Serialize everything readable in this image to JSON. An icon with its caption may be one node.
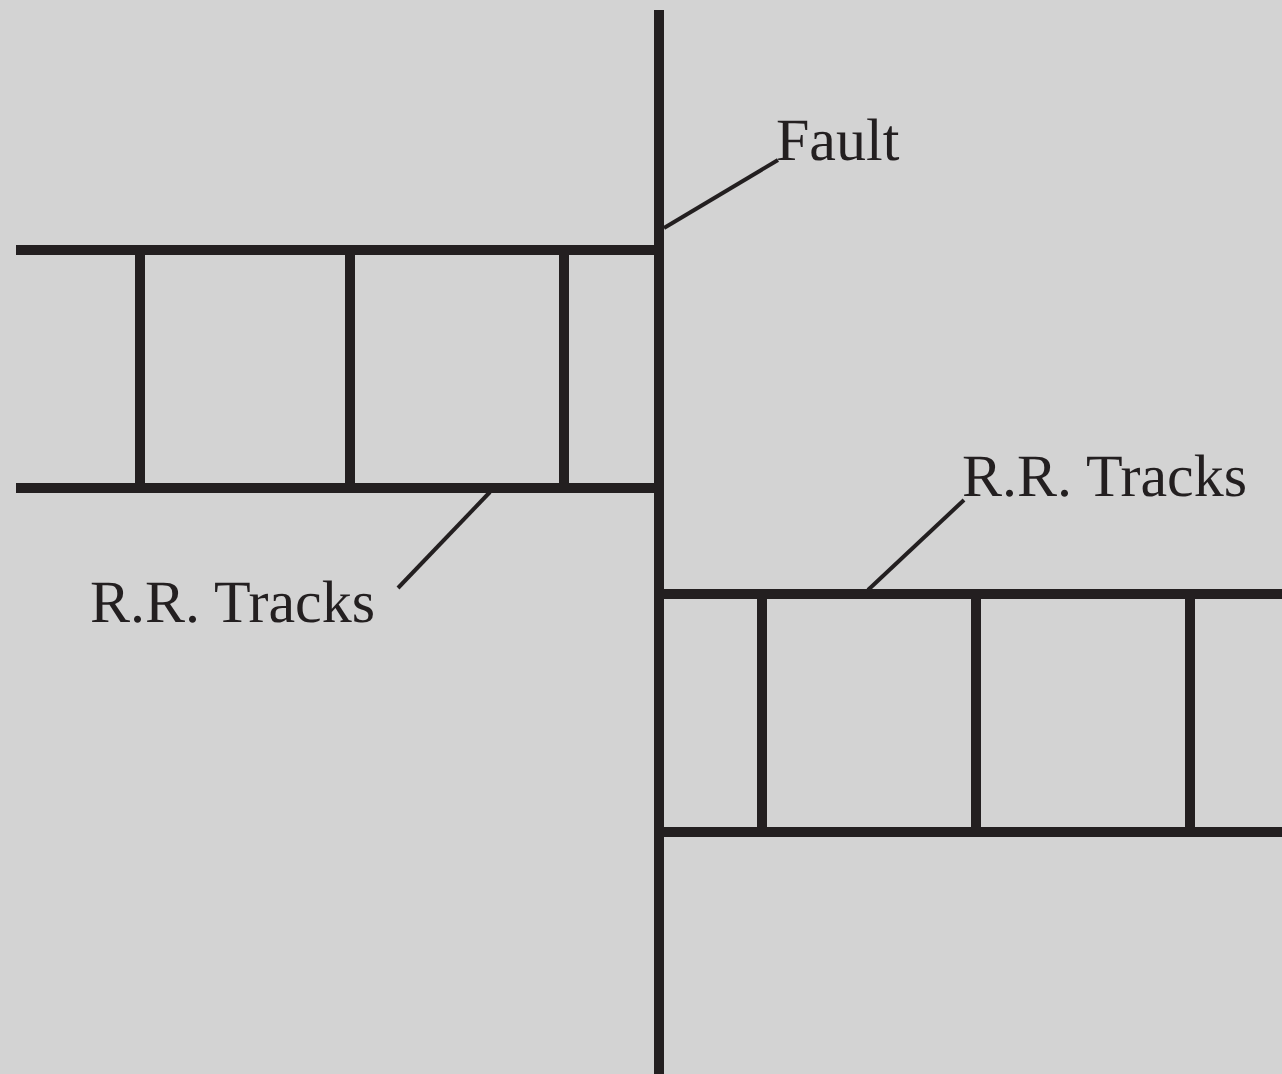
{
  "diagram": {
    "nodes": [
      {
        "text": [
          "Fault"
        ]
      },
      {
        "text": [],
        "shape": "line"
      },
      {
        "text": [
          "R.R. Tracks"
        ]
      },
      {
        "text": [],
        "shape": "picture"
      },
      {
        "text": [
          "R.R. Tracks"
        ]
      },
      {
        "text": [],
        "shape": "picture"
      }
    ],
    "edges": [
      {
        "from": 0,
        "to": 1,
        "arrow": "none"
      },
      {
        "from": 2,
        "to": 3,
        "arrow": "none"
      },
      {
        "from": 4,
        "to": 5,
        "arrow": "none"
      }
    ]
  }
}
